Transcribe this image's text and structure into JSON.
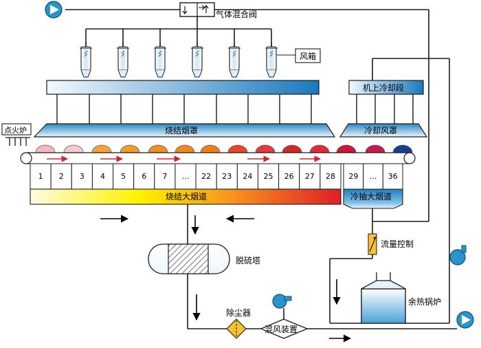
{
  "labels": {
    "gas_mixing_valve": "气体混合阀",
    "windbox": "风箱",
    "igniter": "点火炉",
    "sinter_hood": "烧结烟罩",
    "cooling_section": "机上冷却段",
    "cooling_hood": "冷却风罩",
    "sinter_flue": "烧结大烟道",
    "cooling_flue": "冷抽大烟道",
    "desulfurization_tower": "脱硫塔",
    "flow_control": "流量控制",
    "dust_collector": "除尘器",
    "mixing_device": "混风装置",
    "waste_heat_boiler": "余热锅炉"
  },
  "sinter_cells": [
    "1",
    "2",
    "3",
    "4",
    "5",
    "6",
    "7",
    "…",
    "22",
    "23",
    "24",
    "25",
    "26",
    "27",
    "28"
  ],
  "cooling_cells": [
    "29",
    "…",
    "36"
  ],
  "colors": {
    "line": "#1a1a1a",
    "blue_dark": "#1f7fc0",
    "blue_light": "#eaf5fc",
    "pump": "#2a93c9",
    "dust_collector": "#f2c230",
    "flow_valve": "#f6c037"
  },
  "icons": [
    "pump-icon",
    "valve-icon",
    "arrow-icon"
  ]
}
